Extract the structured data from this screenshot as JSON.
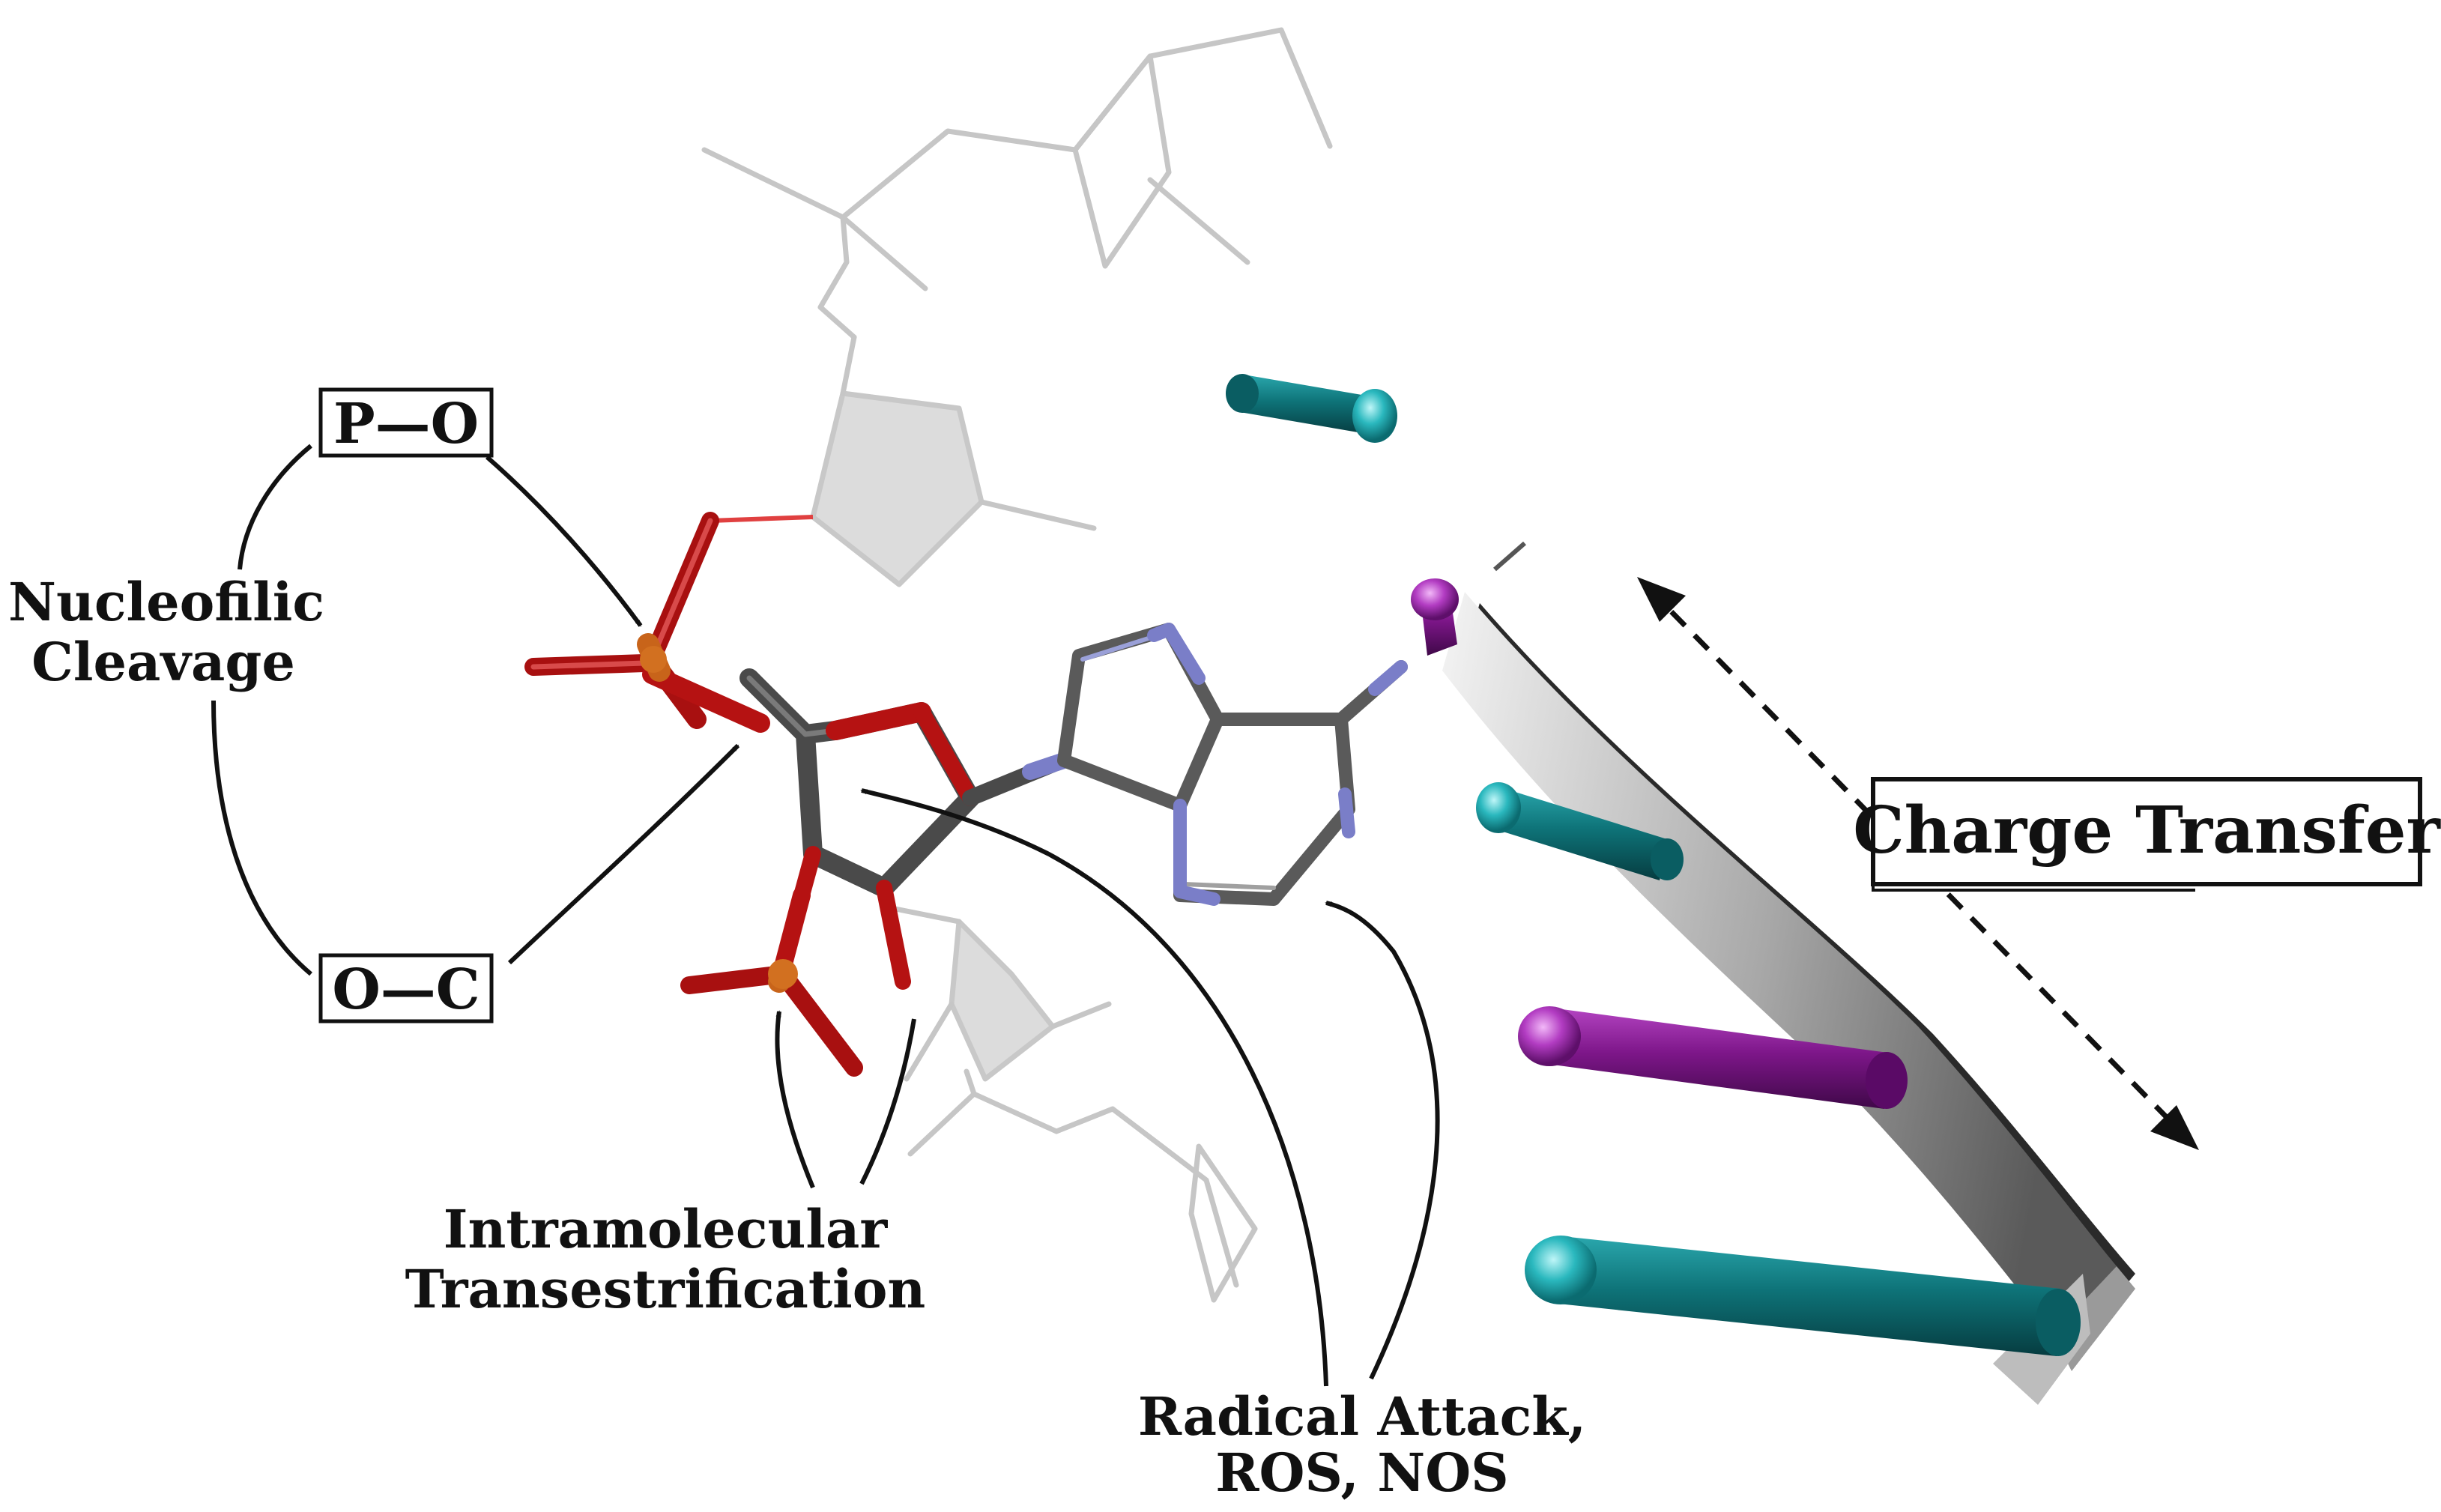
{
  "labels": {
    "p_o_bond": "P—O",
    "o_c_bond": "O—C",
    "nucleofilic_line1": "Nucleofilic",
    "nucleofilic_line2": "Cleavage",
    "intramolecular_line1": "Intramolecular",
    "intramolecular_line2": "Transestrification",
    "radical_line1": "Radical Attack,",
    "radical_line2": "ROS, NOS",
    "charge_transfer": "Charge Transfer"
  },
  "colors": {
    "phosphorus": "#c8641a",
    "oxygen": "#b51212",
    "carbon": "#4a4a4a",
    "nitrogen": "#7a7ec8",
    "teal_base": "#0f7f84",
    "purple_base": "#8a1f96",
    "backbone_light": "#d0d0d0"
  }
}
